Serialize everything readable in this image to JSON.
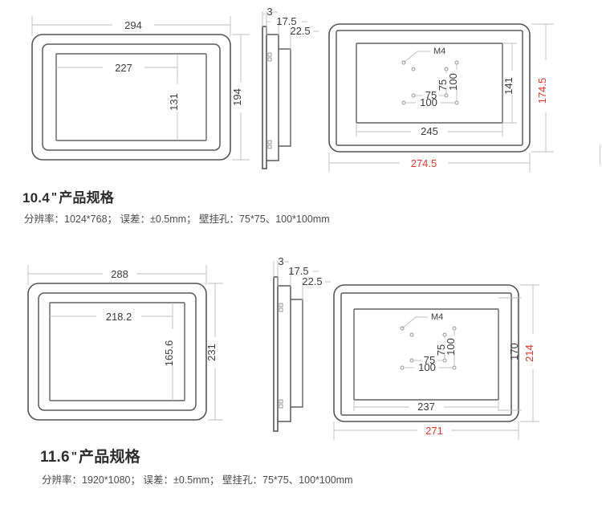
{
  "page": {
    "background": "#ffffff",
    "line_color": "#555555",
    "dim_color": "#3b3b3b",
    "dim_line_color": "#bdbdbd",
    "accent_red": "#e0392b"
  },
  "drawings": [
    {
      "id": "drawing-10-4",
      "views": {
        "front": {
          "label": "front-view",
          "dims": {
            "overall_width": "294",
            "overall_height": "194",
            "screen_width": "227",
            "screen_height": "131"
          }
        },
        "side": {
          "label": "side-view",
          "dims": {
            "front_plate": "3",
            "mid_depth": "17.5",
            "total_depth": "22.5"
          }
        },
        "rear": {
          "label": "rear-view",
          "dims": {
            "overall_width": "274.5",
            "overall_height": "174.5",
            "inner_width": "245",
            "inner_height": "141",
            "thread": "M4",
            "vesa_75_h": "75",
            "vesa_75_v": "75",
            "vesa_100_h": "100",
            "vesa_100_v": "100"
          }
        }
      }
    },
    {
      "id": "drawing-11-6",
      "views": {
        "front": {
          "label": "front-view",
          "dims": {
            "overall_width": "288",
            "overall_height": "231",
            "screen_width": "218.2",
            "screen_height": "165.6"
          }
        },
        "side": {
          "label": "side-view",
          "dims": {
            "front_plate": "3",
            "mid_depth": "17.5",
            "total_depth": "22.5"
          }
        },
        "rear": {
          "label": "rear-view",
          "dims": {
            "overall_width": "271",
            "overall_height": "214",
            "inner_width": "237",
            "inner_height": "170",
            "thread": "M4",
            "vesa_75_h": "75",
            "vesa_75_v": "75",
            "vesa_100_h": "100",
            "vesa_100_v": "100"
          }
        }
      }
    }
  ],
  "specs": [
    {
      "size": "10.4",
      "quote": "\"",
      "title_suffix": "产品规格",
      "details": "分辨率：1024*768；  误差：±0.5mm；  壁挂孔：75*75、100*100mm"
    },
    {
      "size": "11.6",
      "quote": "\"",
      "title_suffix": "产品规格",
      "details": "分辨率：1920*1080；  误差：±0.5mm；  壁挂孔：75*75、100*100mm"
    }
  ]
}
